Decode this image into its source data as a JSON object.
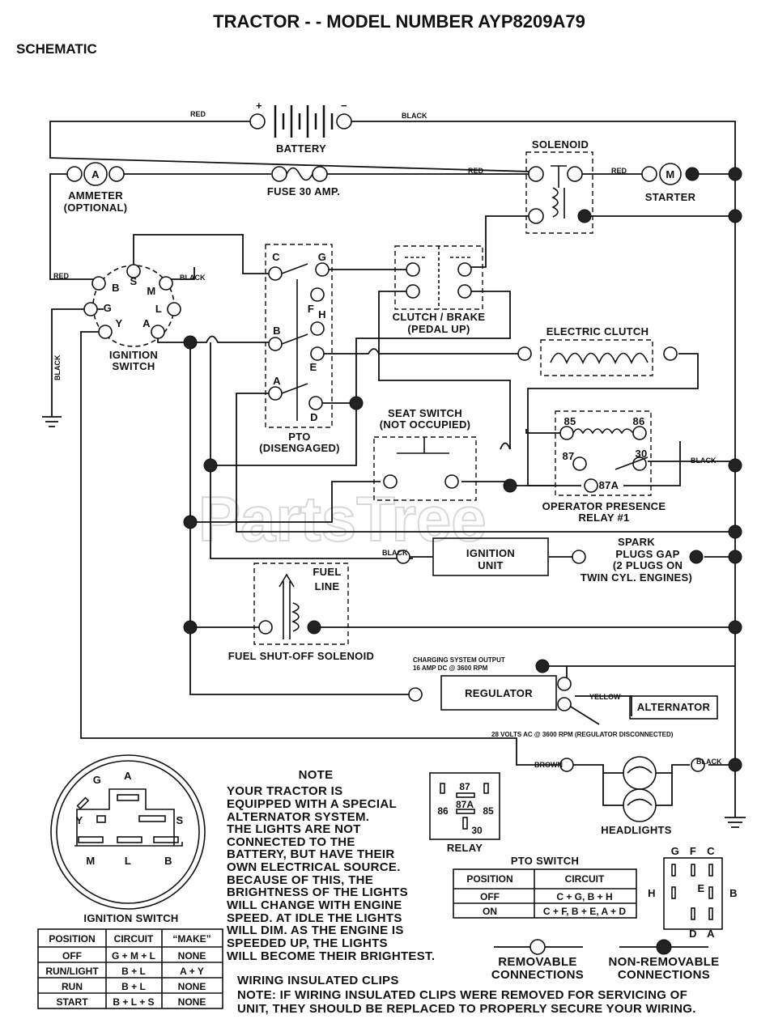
{
  "header": {
    "title": "TRACTOR - - MODEL NUMBER AYP8209A79",
    "subtitle": "SCHEMATIC"
  },
  "components": {
    "battery": "BATTERY",
    "battery_plus": "+",
    "battery_minus": "−",
    "solenoid": "SOLENOID",
    "ammeter": "AMMETER",
    "ammeter_opt": "(OPTIONAL)",
    "ammeter_symbol": "A",
    "fuse": "FUSE 30 AMP.",
    "starter": "STARTER",
    "starter_symbol": "M",
    "ignition_switch_1": "IGNITION",
    "ignition_switch_2": "SWITCH",
    "clutch_brake_1": "CLUTCH / BRAKE",
    "clutch_brake_2": "(PEDAL UP)",
    "electric_clutch": "ELECTRIC CLUTCH",
    "pto_1": "PTO",
    "pto_2": "(DISENGAGED)",
    "seat_switch_1": "SEAT SWITCH",
    "seat_switch_2": "(NOT OCCUPIED)",
    "relay_label_1": "OPERATOR PRESENCE",
    "relay_label_2": "RELAY #1",
    "ignition_unit_1": "IGNITION",
    "ignition_unit_2": "UNIT",
    "spark_1": "SPARK",
    "spark_2": "PLUGS GAP",
    "spark_3": "(2 PLUGS ON",
    "spark_4": "TWIN CYL. ENGINES)",
    "fuel_line_1": "FUEL",
    "fuel_line_2": "LINE",
    "fuel_solenoid": "FUEL SHUT-OFF SOLENOID",
    "charging_1": "CHARGING SYSTEM OUTPUT",
    "charging_2": "16 AMP DC @ 3600 RPM",
    "regulator": "REGULATOR",
    "alternator": "ALTERNATOR",
    "ac_note": "28 VOLTS AC @ 3600 RPM (REGULATOR DISCONNECTED)",
    "headlights": "HEADLIGHTS"
  },
  "wire_colors": {
    "red": "RED",
    "black": "BLACK",
    "yellow": "YELLOW",
    "brown": "BROWN"
  },
  "terminals": {
    "ign": [
      "B",
      "S",
      "M",
      "G",
      "L",
      "Y",
      "A"
    ],
    "pto": [
      "C",
      "G",
      "F",
      "H",
      "B",
      "E",
      "A",
      "D"
    ],
    "relay": [
      "85",
      "86",
      "87",
      "30",
      "87A"
    ]
  },
  "watermark": "PartsTree",
  "ignition_switch_table": {
    "title": "IGNITION SWITCH",
    "headers": [
      "POSITION",
      "CIRCUIT",
      "“MAKE”"
    ],
    "rows": [
      [
        "OFF",
        "G + M + L",
        "NONE"
      ],
      [
        "RUN/LIGHT",
        "B + L",
        "A + Y"
      ],
      [
        "RUN",
        "B + L",
        "NONE"
      ],
      [
        "START",
        "B + L + S",
        "NONE"
      ]
    ]
  },
  "switch_face": {
    "letters": [
      "G",
      "A",
      "Y",
      "S",
      "M",
      "L",
      "B"
    ]
  },
  "note": {
    "title": "NOTE",
    "lines": [
      "YOUR TRACTOR IS",
      "EQUIPPED WITH A SPECIAL",
      "ALTERNATOR SYSTEM.",
      "THE LIGHTS ARE NOT",
      "CONNECTED TO THE",
      "BATTERY, BUT HAVE THEIR",
      "OWN ELECTRICAL SOURCE.",
      "BECAUSE OF THIS, THE",
      "BRIGHTNESS OF THE LIGHTS",
      "WILL CHANGE WITH ENGINE",
      "SPEED.  AT IDLE THE LIGHTS",
      "WILL DIM.  AS THE ENGINE IS",
      "SPEEDED UP, THE LIGHTS",
      "WILL BECOME THEIR BRIGHTEST."
    ]
  },
  "relay_legend": {
    "title": "RELAY",
    "pins": [
      "87",
      "87A",
      "86",
      "85",
      "30"
    ]
  },
  "pto_table": {
    "title": "PTO SWITCH",
    "headers": [
      "POSITION",
      "CIRCUIT"
    ],
    "rows": [
      [
        "OFF",
        "C + G, B + H"
      ],
      [
        "ON",
        "C + F, B + E, A + D"
      ]
    ]
  },
  "pto_face": {
    "top": [
      "G",
      "F",
      "C"
    ],
    "left": "H",
    "center": "E",
    "right": "B",
    "bottom": [
      "D",
      "A"
    ]
  },
  "legend": {
    "removable_1": "REMOVABLE",
    "removable_2": "CONNECTIONS",
    "nonremovable_1": "NON-REMOVABLE",
    "nonremovable_2": "CONNECTIONS"
  },
  "clips": {
    "title": "WIRING INSULATED CLIPS",
    "line1": "NOTE: IF WIRING INSULATED CLIPS WERE REMOVED FOR SERVICING OF",
    "line2": "UNIT, THEY SHOULD BE REPLACED TO PROPERLY SECURE YOUR WIRING."
  }
}
